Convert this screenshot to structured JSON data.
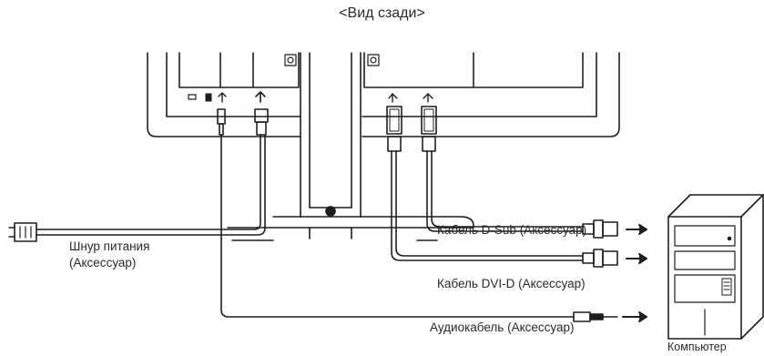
{
  "title": "<Вид сзади>",
  "labels": {
    "power_cord_line1": "Шнур питания",
    "power_cord_line2": "(Аксессуар)",
    "dsub_cable": "Кабель D-Sub (Аксессуар)",
    "dvid_cable": "Кабель DVI-D (Аксессуар)",
    "audio_cable": "Аудиокабель (Аксессуар)",
    "computer": "Компьютер"
  },
  "colors": {
    "line": "#1e1e1e",
    "text": "#2a2a2a"
  }
}
